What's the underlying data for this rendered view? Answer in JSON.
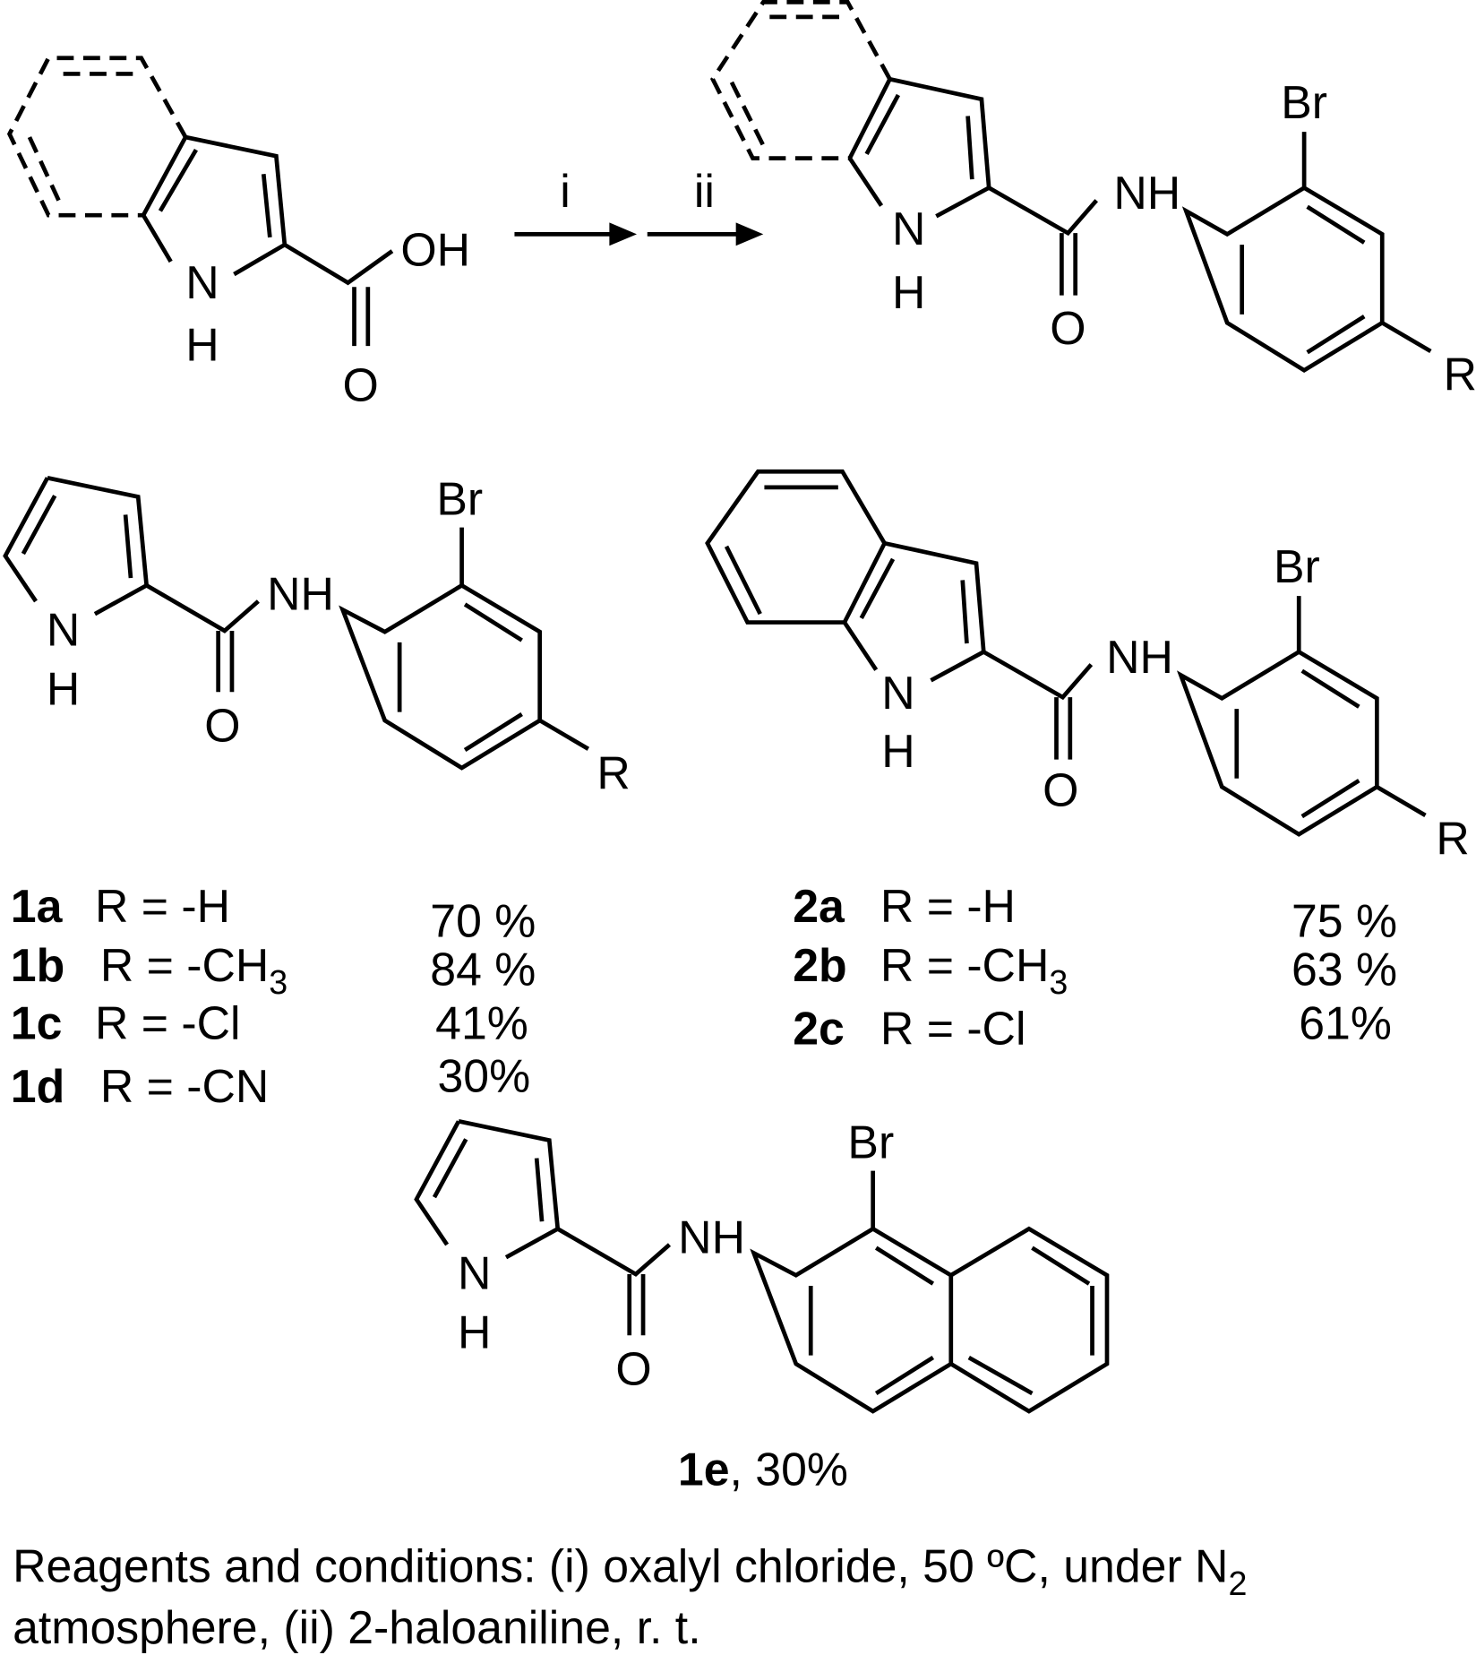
{
  "reaction": {
    "step1_label": "i",
    "step2_label": "ii",
    "starting_material": {
      "oh": "OH",
      "o": "O",
      "n": "N",
      "h": "H"
    },
    "product": {
      "nh": "NH",
      "n": "N",
      "h": "H",
      "o": "O",
      "br": "Br",
      "r": "R"
    }
  },
  "compound1": {
    "n": "N",
    "h": "H",
    "o": "O",
    "nh": "NH",
    "br": "Br",
    "r": "R"
  },
  "compound2": {
    "n": "N",
    "h": "H",
    "o": "O",
    "nh": "NH",
    "br": "Br",
    "r": "R"
  },
  "compound1e": {
    "n": "N",
    "h": "H",
    "o": "O",
    "nh": "NH",
    "br": "Br",
    "id": "1e",
    "yield": ", 30%"
  },
  "series1": [
    {
      "id": "1a",
      "r": "R = -H",
      "sub": "",
      "yield": "70 %"
    },
    {
      "id": "1b",
      "r": "R = -CH",
      "sub": "3",
      "yield": "84 %"
    },
    {
      "id": "1c",
      "r": "R = -Cl",
      "sub": "",
      "yield": "41%"
    },
    {
      "id": "1d",
      "r": "R = -CN",
      "sub": "",
      "yield": "30%"
    }
  ],
  "series2": [
    {
      "id": "2a",
      "r": "R = -H",
      "sub": "",
      "yield": "75 %"
    },
    {
      "id": "2b",
      "r": "R = -CH",
      "sub": "3",
      "yield": "63 %"
    },
    {
      "id": "2c",
      "r": "R = -Cl",
      "sub": "",
      "yield": "61%"
    }
  ],
  "conditions": {
    "line1": "Reagents and conditions: (i) oxalyl chloride, 50 ºC, under N",
    "line1_sub": "2",
    "line2": "atmosphere, (ii) 2-haloaniline, r. t."
  }
}
